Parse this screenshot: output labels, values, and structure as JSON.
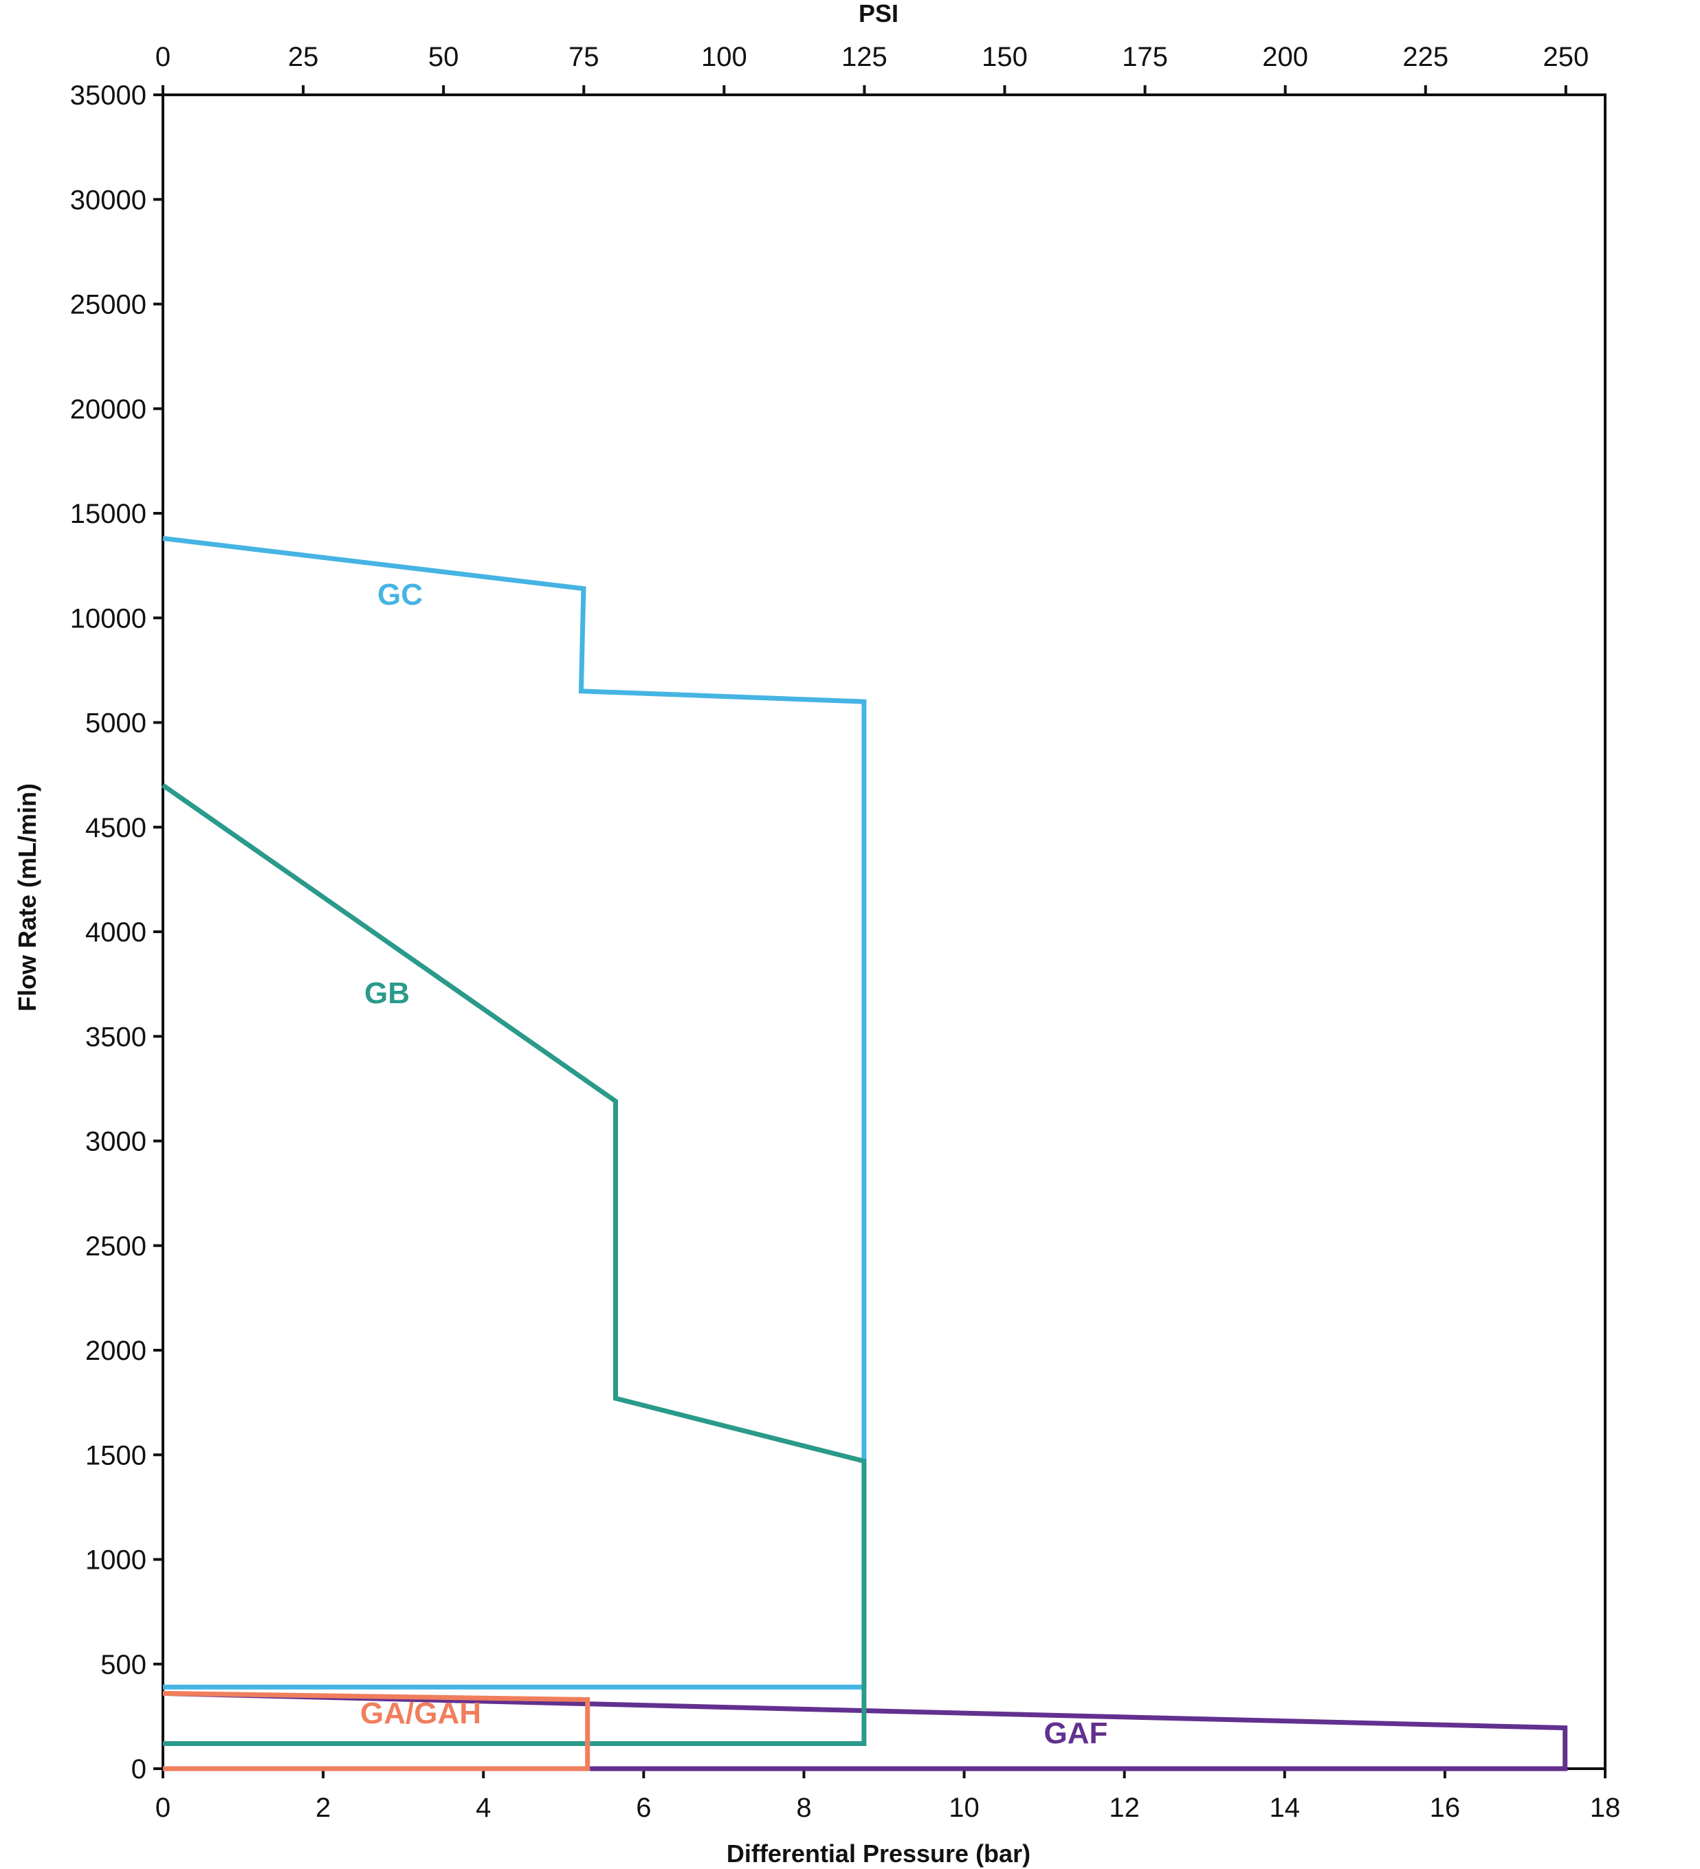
{
  "chart_data": {
    "type": "line",
    "top_axis_title": "PSI",
    "xlabel": "Differential Pressure (bar)",
    "ylabel": "Flow Rate (mL/min)",
    "xlim": [
      0,
      18
    ],
    "top_xlim": [
      0,
      257
    ],
    "x_ticks": [
      "0",
      "2",
      "4",
      "6",
      "8",
      "10",
      "12",
      "14",
      "16",
      "18"
    ],
    "top_ticks": [
      "0",
      "25",
      "50",
      "75",
      "100",
      "125",
      "150",
      "175",
      "200",
      "225",
      "250"
    ],
    "y_ticks": [
      "0",
      "500",
      "1000",
      "1500",
      "2000",
      "2500",
      "3000",
      "3500",
      "4000",
      "4500",
      "5000",
      "10000",
      "15000",
      "20000",
      "25000",
      "30000",
      "35000"
    ],
    "y_scale": "piecewise: 500 per step up to 5000, 5000 per step above",
    "grid": false,
    "series": [
      {
        "name": "GC",
        "color": "#45b4e3",
        "x": [
          0,
          5.25,
          5.22,
          8.75,
          8.75,
          0
        ],
        "y": [
          13800,
          11400,
          6500,
          6000,
          390,
          390
        ]
      },
      {
        "name": "GB",
        "color": "#2a9a8a",
        "x": [
          0,
          5.65,
          5.65,
          8.75,
          8.75,
          0
        ],
        "y": [
          4700,
          3190,
          1770,
          1470,
          120,
          120
        ]
      },
      {
        "name": "GA/GAH",
        "color": "#f07e5d",
        "x": [
          0,
          5.3,
          5.3,
          0
        ],
        "y": [
          360,
          330,
          0,
          0
        ]
      },
      {
        "name": "GAF",
        "color": "#62308f",
        "x": [
          0,
          17.5,
          17.5,
          5.3
        ],
        "y": [
          360,
          195,
          0,
          0
        ]
      }
    ]
  }
}
